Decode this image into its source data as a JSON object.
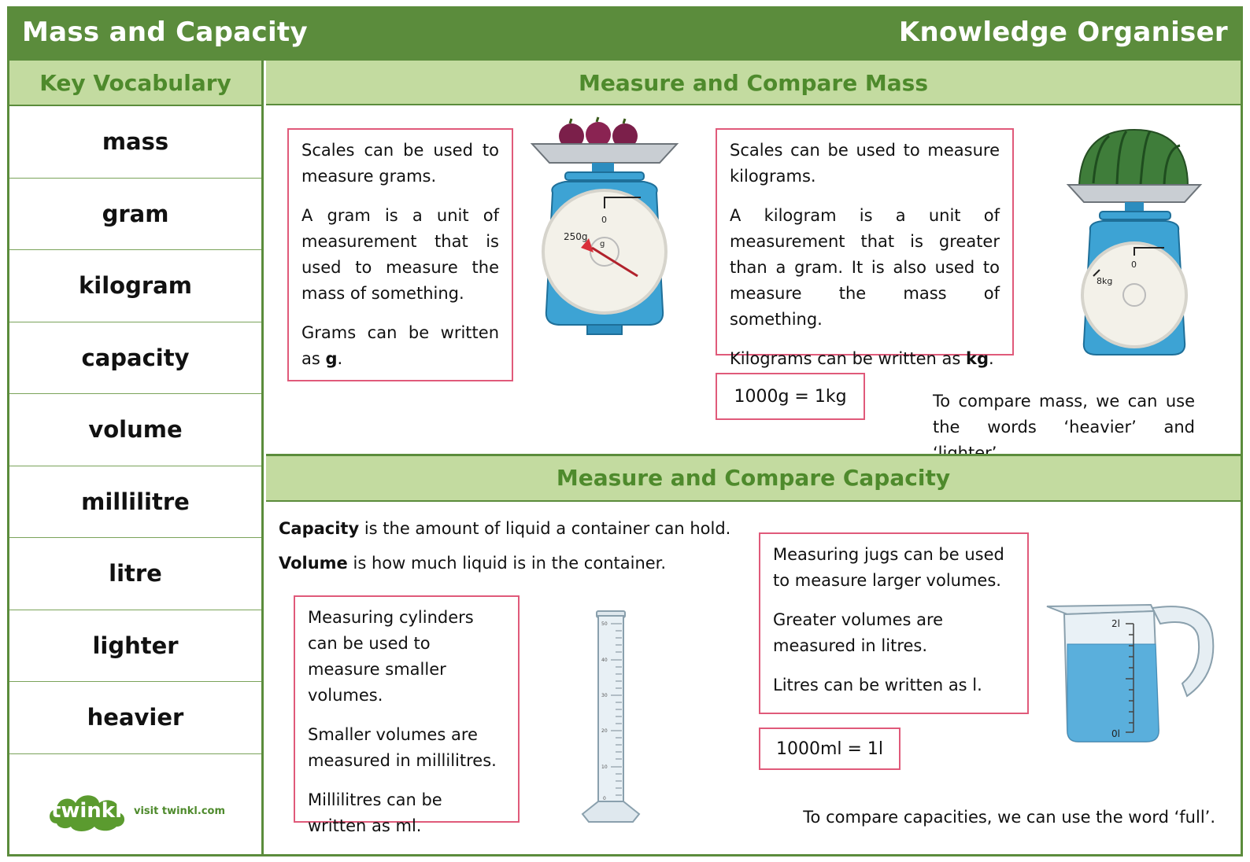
{
  "header": {
    "title_left": "Mass and Capacity",
    "title_right": "Knowledge Organiser"
  },
  "sidebar": {
    "heading": "Key Vocabulary",
    "items": [
      "mass",
      "gram",
      "kilogram",
      "capacity",
      "volume",
      "millilitre",
      "litre",
      "lighter",
      "heavier"
    ],
    "logo": {
      "brand": "twinkl",
      "visit": "visit twinkl.com"
    }
  },
  "mass_section": {
    "heading": "Measure and Compare Mass",
    "grams_box": {
      "p1": "Scales can be used to measure grams.",
      "p2": "A gram is a unit of measurement that is used to measure the mass of something.",
      "p3_prefix": "Grams can be written as ",
      "p3_bold": "g",
      "p3_suffix": "."
    },
    "kg_box": {
      "p1": "Scales can be used to measure kilograms.",
      "p2": "A kilogram is a unit of measurement that is greater than a gram. It is also used to measure the mass of something.",
      "p3_prefix": "Kilograms can be written as ",
      "p3_bold": "kg",
      "p3_suffix": "."
    },
    "equation": "1000g = 1kg",
    "compare_text": "To compare mass, we can use the words ‘heavier’ and ‘lighter’.",
    "scale_small": {
      "zero": "0",
      "reading": "250g",
      "unit": "g"
    },
    "scale_large": {
      "zero": "0",
      "reading": "8kg"
    }
  },
  "capacity_section": {
    "heading": "Measure and Compare Capacity",
    "def_capacity_bold": "Capacity",
    "def_capacity_rest": " is the amount of liquid a container can hold.",
    "def_volume_bold": "Volume",
    "def_volume_rest": " is how much liquid is in the container.",
    "cylinder_box": {
      "p1": "Measuring cylinders can be used to measure smaller volumes.",
      "p2": "Smaller volumes are measured in millilitres.",
      "p3": "Millilitres can be written as ml."
    },
    "jug_box": {
      "p1": "Measuring jugs can be used to measure larger volumes.",
      "p2": "Greater volumes are measured in litres.",
      "p3": "Litres can be written as l."
    },
    "equation": "1000ml = 1l",
    "compare_text": "To compare capacities, we can use the word ‘full’.",
    "cylinder_ticks": [
      "50",
      "40",
      "30",
      "20",
      "10",
      "0"
    ],
    "jug_labels": {
      "top": "2l",
      "bottom": "0l"
    }
  },
  "colors": {
    "dark_green": "#5b8c3c",
    "light_green": "#c3dba0",
    "heading_green": "#4e8a2c",
    "box_border": "#e05a7a",
    "scale_blue": "#3da3d4"
  }
}
